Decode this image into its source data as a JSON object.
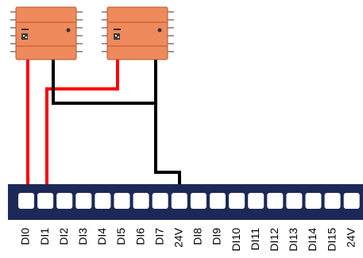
{
  "colors": {
    "sensor_body": "#ef8a5c",
    "sensor_border": "#b4572d",
    "sensor_pin": "#9a9a9a",
    "terminal_strip": "#1c2857",
    "terminal_slot": "#ffffff",
    "wire_positive": "#ff0000",
    "wire_common": "#000000",
    "label_text": "#000000"
  },
  "sensors": [
    {
      "id": "sensor-1"
    },
    {
      "id": "sensor-2"
    }
  ],
  "terminal_strip": {
    "terminals": [
      {
        "label": "DI0"
      },
      {
        "label": "DI1"
      },
      {
        "label": "DI2"
      },
      {
        "label": "DI3"
      },
      {
        "label": "DI4"
      },
      {
        "label": "DI5"
      },
      {
        "label": "DI6"
      },
      {
        "label": "DI7"
      },
      {
        "label": "24V"
      },
      {
        "label": "DI8"
      },
      {
        "label": "DI9"
      },
      {
        "label": "DI10"
      },
      {
        "label": "DI11"
      },
      {
        "label": "DI12"
      },
      {
        "label": "DI13"
      },
      {
        "label": "DI14"
      },
      {
        "label": "DI15"
      },
      {
        "label": "24V"
      }
    ]
  },
  "connections": [
    {
      "from": "sensor-1",
      "to": "DI0",
      "color": "red"
    },
    {
      "from": "sensor-2",
      "to": "DI1",
      "color": "red"
    },
    {
      "from": "sensor-1",
      "to": "24V",
      "color": "black"
    },
    {
      "from": "sensor-2",
      "to": "24V",
      "color": "black"
    }
  ]
}
